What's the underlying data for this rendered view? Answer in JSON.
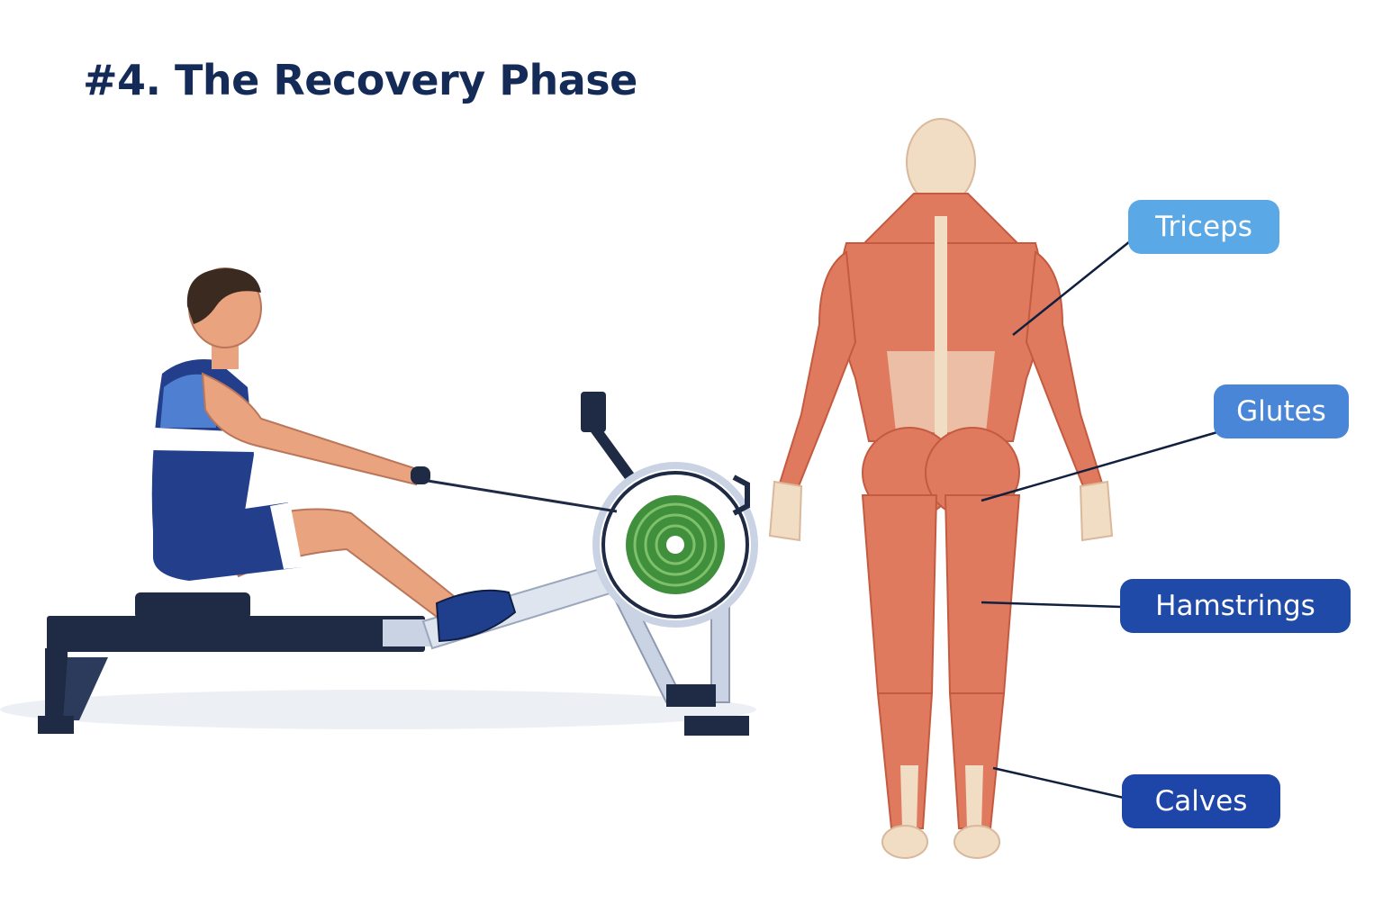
{
  "title": "#4. The Recovery Phase",
  "labels": [
    {
      "id": "triceps",
      "text": "Triceps",
      "color": "#5aa9e6"
    },
    {
      "id": "glutes",
      "text": "Glutes",
      "color": "#4a86d8"
    },
    {
      "id": "hamstrings",
      "text": "Hamstrings",
      "color": "#1f4aa8"
    },
    {
      "id": "calves",
      "text": "Calves",
      "color": "#1e46a8"
    }
  ],
  "colors": {
    "title": "#142a57",
    "muscle": "#e07a5f",
    "muscle_dark": "#c45a40",
    "tendon": "#f1dcc4",
    "jersey": "#233f8c",
    "jersey_light": "#4f7fd0",
    "flywheel": "#3f8f3c",
    "rail": "#1f2a44",
    "leader_line": "#12203f"
  },
  "icons": [
    "rower-figure",
    "rowing-machine",
    "flywheel",
    "muscle-anatomy-back"
  ]
}
